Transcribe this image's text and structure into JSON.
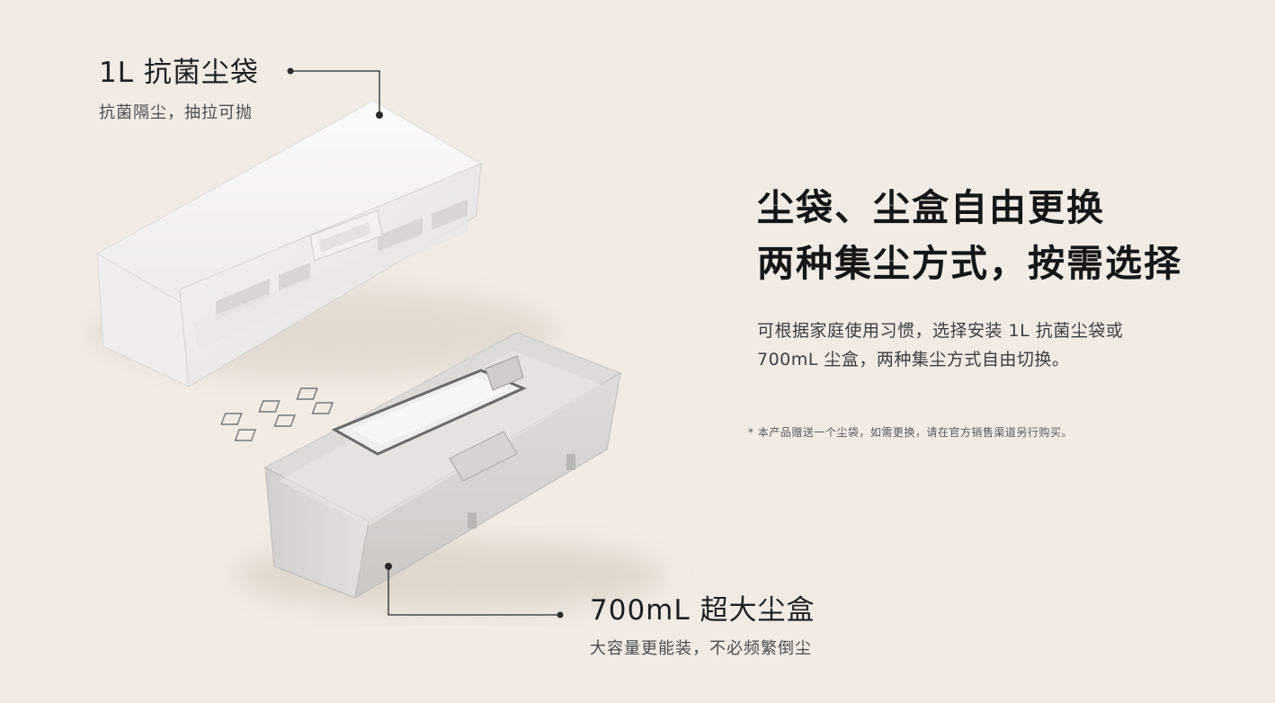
{
  "callouts": {
    "bag": {
      "title": "1L 抗菌尘袋",
      "subtitle": "抗菌隔尘，抽拉可抛"
    },
    "box": {
      "title": "700mL 超大尘盒",
      "subtitle": "大容量更能装，不必频繁倒尘"
    }
  },
  "headline": {
    "line1": "尘袋、尘盒自由更换",
    "line2": "两种集尘方式，按需选择"
  },
  "description": {
    "line1": "可根据家庭使用习惯，选择安装 1L 抗菌尘袋或",
    "line2": "700mL 尘盒，两种集尘方式自由切换。"
  },
  "footnote": "* 本产品赠送一个尘袋，如需更换，请在官方销售渠道另行购买。",
  "colors": {
    "background": "#f1ebe4",
    "text": "#1c1c1c",
    "subtext": "#4d4d4d",
    "leader_line": "#2a2a2a"
  }
}
